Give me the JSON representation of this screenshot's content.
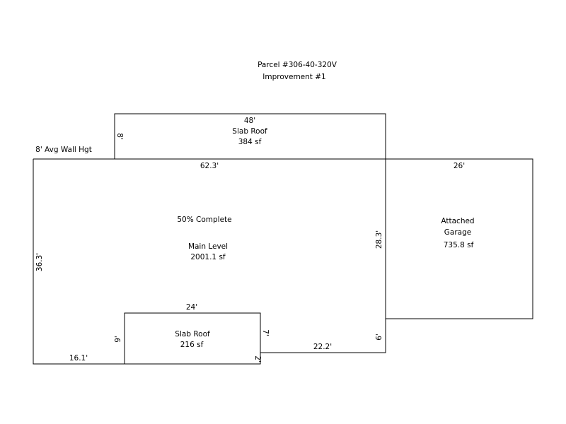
{
  "header": {
    "parcel": "Parcel #306-40-320V",
    "improvement": "Improvement #1"
  },
  "wall_height_note": "8' Avg Wall Hgt",
  "areas": {
    "slab_roof_top": {
      "name": "Slab Roof",
      "area": "384 sf",
      "width_label": "48'",
      "depth_label": "8'"
    },
    "main_level": {
      "status": "50% Complete",
      "name": "Main Level",
      "area": "2001.1 sf",
      "top_label": "62.3'",
      "left_label": "36.3'",
      "right_label": "28.3'",
      "bottom_left_label": "16.1'",
      "bottom_right_label": "22.2'",
      "right_lower_label": "6'"
    },
    "attached_garage": {
      "name_line1": "Attached",
      "name_line2": "Garage",
      "area": "735.8 sf",
      "width_label": "26'"
    },
    "slab_roof_bottom": {
      "name": "Slab Roof",
      "area": "216 sf",
      "width_label": "24'",
      "left_label": "9'",
      "right_label": "7'",
      "bottom_label": "2'"
    }
  },
  "colors": {
    "line": "#000000",
    "background": "#ffffff"
  }
}
